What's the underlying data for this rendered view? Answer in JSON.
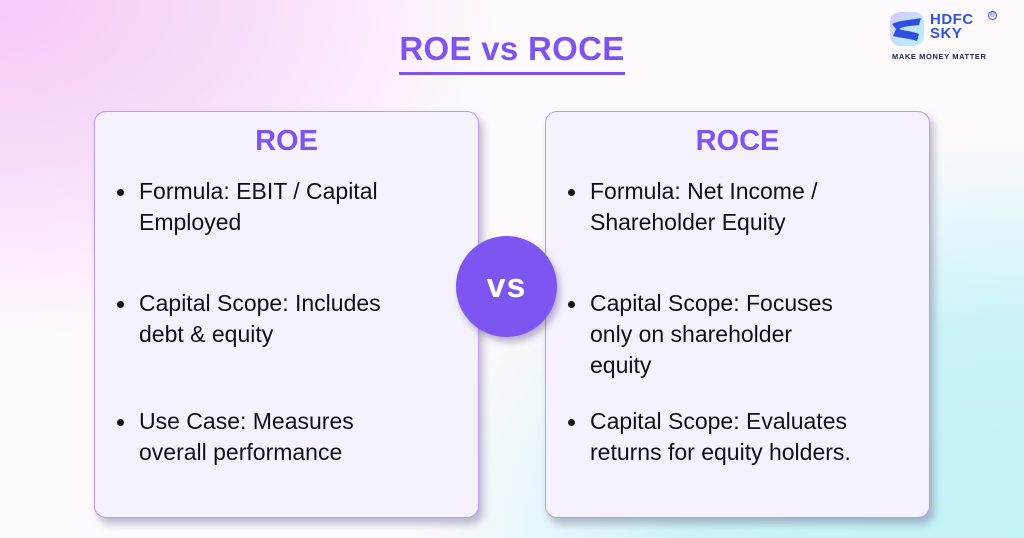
{
  "header": {
    "title": "ROE vs ROCE"
  },
  "logo": {
    "brand": "HDFC SKY",
    "line1": "HDFC",
    "line2": "SKY",
    "registered": "®",
    "tagline": "MAKE MONEY MATTER"
  },
  "colors": {
    "accent": "#7c55f0",
    "card_bg": "#f5f2fe",
    "card_border": "#b79cf4",
    "bg_top_left": "#f4c9f7",
    "bg_bottom_right": "#c2f3f6",
    "text": "#111111"
  },
  "vs_badge": {
    "label": "vs"
  },
  "cards": [
    {
      "title": "ROE",
      "bullets": [
        {
          "line1": "Formula: EBIT / Capital",
          "line2": "Employed"
        },
        {
          "line1": "Capital Scope: Includes",
          "line2": "debt & equity"
        },
        {
          "line1": "Use Case: Measures",
          "line2": "overall performance"
        }
      ]
    },
    {
      "title": "ROCE",
      "bullets": [
        {
          "line1": "Formula: Net Income /",
          "line2": "Shareholder Equity"
        },
        {
          "line1": "Capital Scope: Focuses",
          "line2": "only on shareholder",
          "line3": "equity"
        },
        {
          "line1": "Capital Scope: Evaluates",
          "line2": "returns for equity holders."
        }
      ]
    }
  ]
}
